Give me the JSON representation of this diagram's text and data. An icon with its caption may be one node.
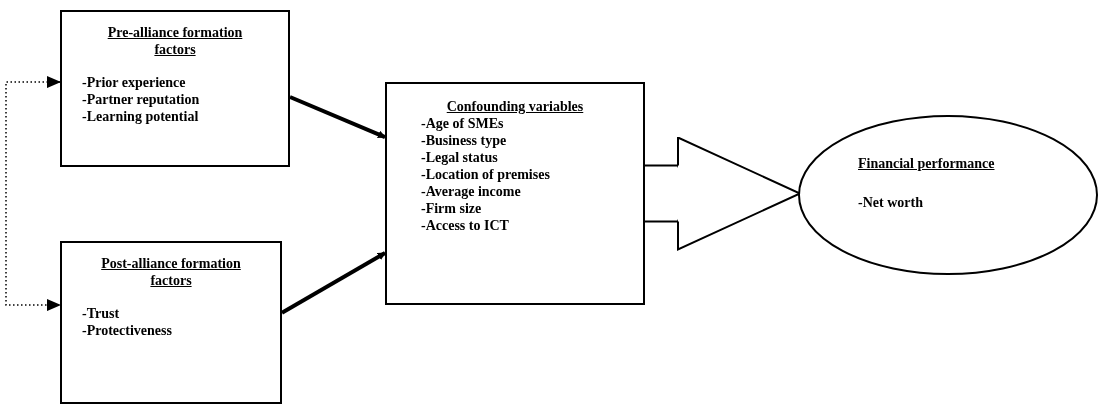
{
  "diagram": {
    "nodes": [
      {
        "text": [
          "Pre-alliance formation factors",
          "-Prior experience",
          "-Partner reputation",
          "-Learning potential"
        ]
      },
      {
        "text": [
          "Post-alliance formation factors",
          "-Trust",
          "-Protectiveness"
        ]
      },
      {
        "text": [
          "Confounding variables",
          "-Age of SMEs",
          "-Business type",
          "-Legal status",
          "-Location of premises",
          "-Average income",
          "-Firm size",
          "-Access to ICT"
        ]
      },
      {
        "text": [
          "Financial performance",
          "-Net worth"
        ]
      }
    ],
    "edges": [
      {
        "from": 0,
        "to": 2,
        "arrow": "to",
        "style": "thick"
      },
      {
        "from": 1,
        "to": 2,
        "arrow": "to",
        "style": "thick"
      },
      {
        "from": 2,
        "to": 3,
        "arrow": "to"
      },
      {
        "from": 0,
        "to": 1,
        "arrow": "both",
        "style": "dashed"
      }
    ]
  }
}
